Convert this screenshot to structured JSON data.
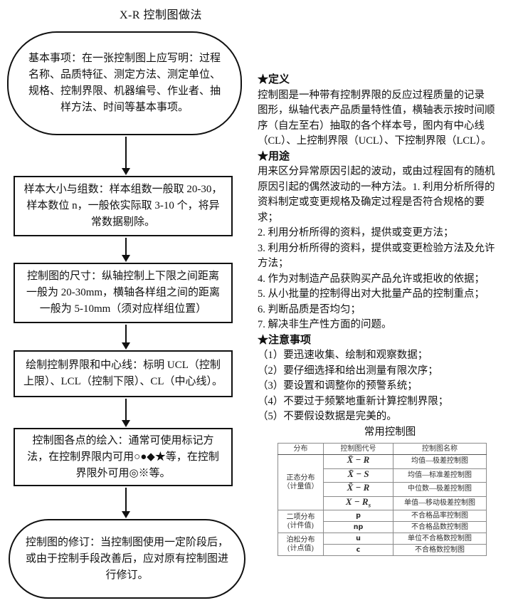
{
  "page": {
    "title": "X-R 控制图做法"
  },
  "flowchart": {
    "nodes": [
      {
        "shape": "stadium",
        "text": "基本事项：在一张控制图上应写明：过程名称、品质特征、测定方法、测定单位、规格、控制界限、机器编号、作业者、抽样方法、时间等基本事项。"
      },
      {
        "shape": "rect",
        "text": "样本大小与组数：样本组数一般取 20-30，样本数位 n，一般依实际取 3-10 个，将异常数据剔除。"
      },
      {
        "shape": "rect",
        "text": "控制图的尺寸：纵轴控制上下限之间距离一般为 20-30mm，横轴各样组之间的距离一般为 5-10mm（须对应样组位置）"
      },
      {
        "shape": "rect",
        "text": "绘制控制界限和中心线：标明 UCL（控制上限）、LCL（控制下限）、CL（中心线）。"
      },
      {
        "shape": "rect",
        "text": "控制图各点的绘入：通常可使用标记方法，在控制界限内可用○●◆★等，在控制界限外可用◎※等。"
      },
      {
        "shape": "stadium",
        "text": "控制图的修订：当控制图使用一定阶段后，或由于控制手段改善后，应对原有控制图进行修订。"
      }
    ]
  },
  "sidebar": {
    "definition": {
      "heading": "★定义",
      "body": "控制图是一种带有控制界限的反应过程质量的记录\n图形，纵轴代表产品质量特性值，横轴表示按时间顺\n序（自左至右）抽取的各个样本号，图内有中心线\n（CL）、上控制界限（UCL）、下控制界限（LCL）。"
    },
    "uses": {
      "heading": "★用途",
      "intro": "用来区分异常原因引起的波动，或由过程固有的随机\n原因引起的偶然波动的一种方法。1. 利用分析所得的\n资料制定或变更规格及确定过程是否符合规格的要\n求；",
      "items": [
        "2. 利用分析所得的资料，提供或变更方法；",
        "3. 利用分析所得的资料，提供或变更检验方法及允许\n方法；",
        "4. 作为对制造产品获购买产品允许或拒收的依据；",
        "5. 从小批量的控制得出对大批量产品的控制重点；",
        "6. 判断品质是否均匀；",
        "7. 解决非生产性方面的问题。"
      ]
    },
    "notes": {
      "heading": "★注意事项",
      "items": [
        "（1）要迅速收集、绘制和观察数据；",
        "（2）要仔细选择和给出测量有限次序；",
        "（3）要设置和调整你的预警系统；",
        "（4）不要过于频繁地重新计算控制界限；",
        "（5）不要假设数据是完美的。"
      ]
    }
  },
  "table": {
    "title": "常用控制图",
    "headers": [
      "分布",
      "控制图代号",
      "控制图名称"
    ],
    "groups": [
      {
        "dist": "正态分布\n（计量值）",
        "rows": [
          {
            "code_main": "X̄ − R",
            "code_sub": "",
            "name": "均值—极差控制图"
          },
          {
            "code_main": "X̄ − S",
            "code_sub": "",
            "name": "均值—标准差控制图"
          },
          {
            "code_main": "X̃ − R",
            "code_sub": "",
            "name": "中位数—极差控制图"
          },
          {
            "code_main": "X − R",
            "code_sub": "s",
            "name": "单值—移动极差控制图"
          }
        ]
      },
      {
        "dist": "二项分布\n(计件值)",
        "rows": [
          {
            "code_main": "p",
            "code_sub": "",
            "name": "不合格品率控制图"
          },
          {
            "code_main": "np",
            "code_sub": "",
            "name": "不合格品数控制图"
          }
        ]
      },
      {
        "dist": "泊松分布\n(计点值)",
        "rows": [
          {
            "code_main": "u",
            "code_sub": "",
            "name": "单位不合格数控制图"
          },
          {
            "code_main": "c",
            "code_sub": "",
            "name": "不合格数控制图"
          }
        ]
      }
    ]
  }
}
